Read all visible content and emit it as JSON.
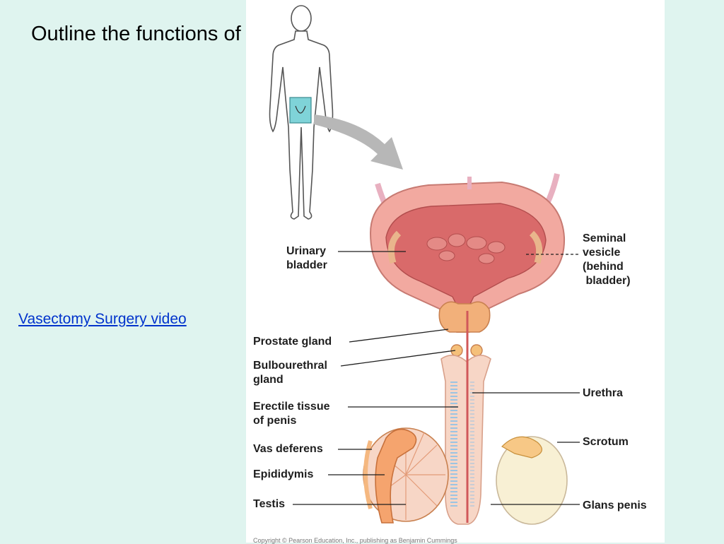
{
  "slide": {
    "title": "Outline the functions of the male reproductive organs",
    "link_text": "Vasectomy Surgery video"
  },
  "figure": {
    "labels": {
      "urinary_bladder": "Urinary\nbladder",
      "seminal_vesicle": "Seminal\nvesicle\n(behind\n bladder)",
      "prostate_gland": "Prostate gland",
      "bulbourethral_gland": "Bulbourethral\ngland",
      "urethra": "Urethra",
      "erectile_tissue": "Erectile tissue\nof penis",
      "vas_deferens": "Vas deferens",
      "scrotum": "Scrotum",
      "epididymis": "Epididymis",
      "testis": "Testis",
      "glans_penis": "Glans penis"
    },
    "copyright": "Copyright © Pearson Education, Inc., publishing as Benjamin Cummings"
  },
  "colors": {
    "background": "#dff4ef",
    "link": "#0033cc",
    "tissue": "#f2a9a0",
    "duct": "#f5b880",
    "highlight_box": "#7fd3d8"
  }
}
